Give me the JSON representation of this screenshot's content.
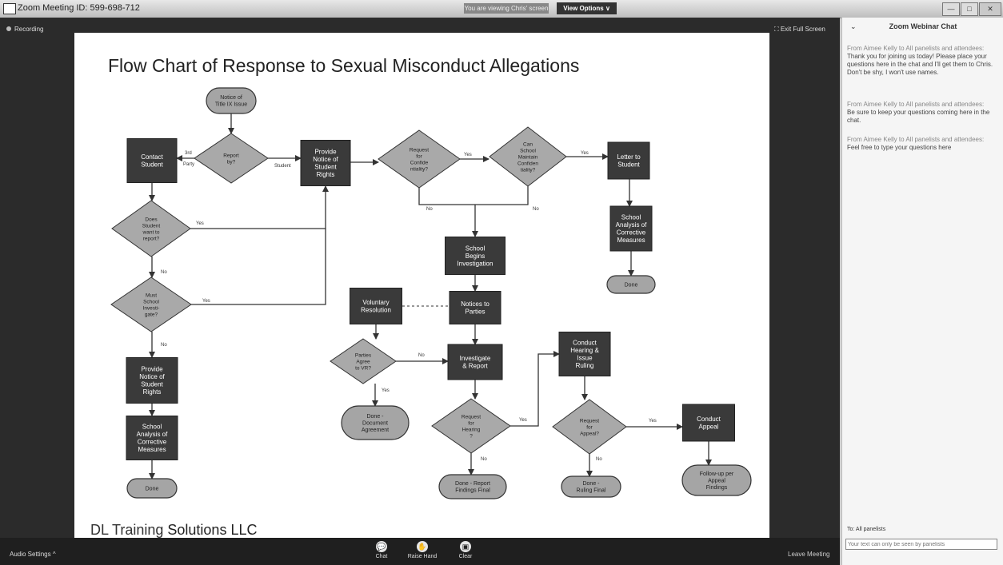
{
  "window": {
    "title": "Zoom Meeting ID: 599-698-712",
    "viewing_text": "You are viewing Chris' screen",
    "view_options": "View Options ∨",
    "minimize": "—",
    "maximize": "□",
    "close": "✕"
  },
  "stage": {
    "recording": "Recording",
    "exit_fullscreen": "Exit Full Screen"
  },
  "slide": {
    "title": "Flow Chart of Response to Sexual Misconduct Allegations",
    "footer_brand": "DL Training",
    "footer_rest": " Solutions LLC"
  },
  "flowchart": {
    "notice_of_title_ix_issue": [
      "Notice of",
      "Title IX Issue"
    ],
    "report_by": [
      "Report",
      "by?"
    ],
    "contact_student": [
      "Contact",
      "Student"
    ],
    "provide_notice_top": [
      "Provide",
      "Notice of",
      "Student",
      "Rights"
    ],
    "request_confidentiality": [
      "Request",
      "for",
      "Confide",
      "ntiality?"
    ],
    "can_school_maintain": [
      "Can",
      "School",
      "Maintain",
      "Confiden",
      "tiality?"
    ],
    "letter_to_student": [
      "Letter to",
      "Student"
    ],
    "school_analysis_right": [
      "School",
      "Analysis of",
      "Corrective",
      "Measures"
    ],
    "done_right": [
      "Done"
    ],
    "does_student_want": [
      "Does",
      "Student",
      "want to",
      "report?"
    ],
    "must_school_investigate": [
      "Must",
      "School",
      "Investi-",
      "gate?"
    ],
    "provide_notice_left": [
      "Provide",
      "Notice of",
      "Student",
      "Rights"
    ],
    "school_analysis_left": [
      "School",
      "Analysis of",
      "Corrective",
      "Measures"
    ],
    "done_left": [
      "Done"
    ],
    "school_begins": [
      "School",
      "Begins",
      "Investigation"
    ],
    "voluntary_resolution": [
      "Voluntary",
      "Resolution"
    ],
    "notices_to_parties": [
      "Notices to",
      "Parties"
    ],
    "parties_agree": [
      "Parties",
      "Agree",
      "to VR?"
    ],
    "done_document": [
      "Done -",
      "Document",
      "Agreement"
    ],
    "investigate_report": [
      "Investigate",
      "& Report"
    ],
    "request_hearing": [
      "Request",
      "for",
      "Hearing",
      "?"
    ],
    "done_report": [
      "Done - Report",
      "Findings Final"
    ],
    "conduct_hearing": [
      "Conduct",
      "Hearing &",
      "Issue",
      "Ruling"
    ],
    "request_appeal": [
      "Request",
      "for",
      "Appeal?"
    ],
    "done_ruling": [
      "Done -",
      "Ruling Final"
    ],
    "conduct_appeal": [
      "Conduct",
      "Appeal"
    ],
    "follow_up": [
      "Follow-up per",
      "Appeal",
      "Findings"
    ],
    "edge_labels": {
      "third_party": [
        "3rd",
        "Party"
      ],
      "student": "Student",
      "yes": "Yes",
      "no": "No"
    }
  },
  "toolbar": {
    "audio_settings": "Audio Settings",
    "audio_caret": "^",
    "chat": "Chat",
    "raise_hand": "Raise Hand",
    "clear": "Clear",
    "leave_meeting": "Leave Meeting"
  },
  "chat": {
    "header": "Zoom Webinar Chat",
    "collapse": "⌄",
    "messages": [
      {
        "from": "From Aimee Kelly to All panelists and attendees:",
        "text": "Thank you for joining us today! Please place your questions here in the chat and I'll get them to Chris. Don't be shy, I won't use names."
      },
      {
        "from": "From Aimee Kelly to All panelists and attendees:",
        "text": "Be sure to keep your questions coming here in the chat."
      },
      {
        "from": "From Aimee Kelly to All panelists and attendees:",
        "text": "Feel free to type your questions here"
      }
    ],
    "to_label": "To: All panelists",
    "input_placeholder": "Your text can only be seen by panelists"
  },
  "colors": {
    "box_dark": "#3a3a3a",
    "decision_gray": "#a9a9a9",
    "terminal_gray": "#a5a5a5",
    "line": "#333333"
  }
}
